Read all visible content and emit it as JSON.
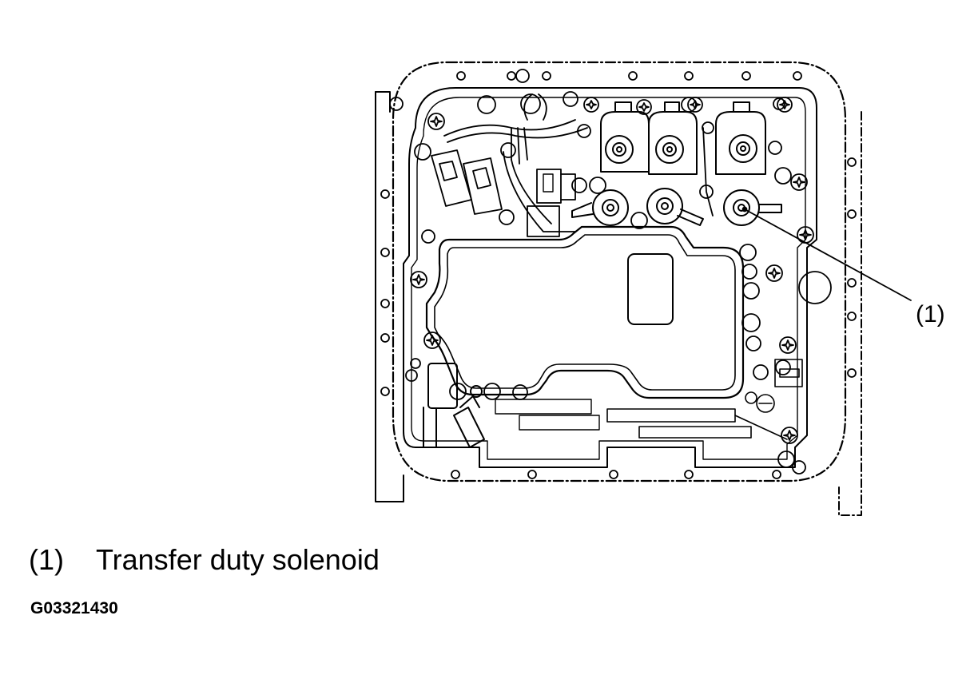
{
  "callout": {
    "number": "(1)"
  },
  "legend": {
    "number": "(1)",
    "text": "Transfer duty solenoid"
  },
  "figure_code": "G03321430"
}
